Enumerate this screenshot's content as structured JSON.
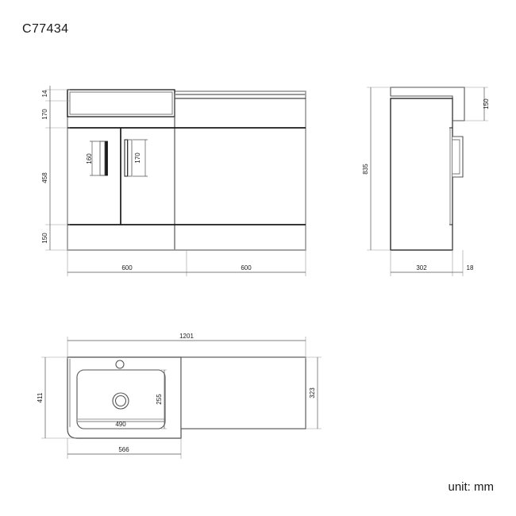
{
  "title": "C77434",
  "unit_note": "unit: mm",
  "colors": {
    "line_dark": "#1a1a1a",
    "line_mid": "#555555",
    "line_light": "#9a9a9a",
    "background": "#ffffff"
  },
  "views": {
    "front": {
      "name": "front-elevation",
      "vertical_dimensions": [
        {
          "label": "14",
          "meaning": "basin-rim-thickness"
        },
        {
          "label": "170",
          "meaning": "basin-height"
        },
        {
          "label": "458",
          "meaning": "door-height"
        },
        {
          "label": "150",
          "meaning": "plinth-height"
        }
      ],
      "horizontal_dimensions": [
        {
          "label": "600",
          "meaning": "basin-unit-width"
        },
        {
          "label": "600",
          "meaning": "side-unit-width"
        }
      ],
      "handle_dimensions": [
        {
          "label": "160",
          "meaning": "left-door-handle-length"
        },
        {
          "label": "170",
          "meaning": "right-door-handle-length"
        }
      ]
    },
    "side": {
      "name": "side-elevation",
      "vertical_dimensions": [
        {
          "label": "835",
          "meaning": "overall-height"
        },
        {
          "label": "150",
          "meaning": "basin-top-height"
        }
      ],
      "horizontal_dimensions": [
        {
          "label": "302",
          "meaning": "cabinet-depth"
        },
        {
          "label": "18",
          "meaning": "door-thickness"
        }
      ]
    },
    "plan": {
      "name": "plan-view",
      "horizontal_dimensions": [
        {
          "label": "1201",
          "meaning": "overall-width"
        },
        {
          "label": "490",
          "meaning": "bowl-width"
        },
        {
          "label": "566",
          "meaning": "basin-section-width"
        }
      ],
      "vertical_dimensions": [
        {
          "label": "411",
          "meaning": "basin-depth"
        },
        {
          "label": "323",
          "meaning": "worktop-depth"
        },
        {
          "label": "255",
          "meaning": "bowl-depth"
        }
      ],
      "features": [
        {
          "name": "tap-hole"
        },
        {
          "name": "waste-drain"
        }
      ]
    }
  }
}
